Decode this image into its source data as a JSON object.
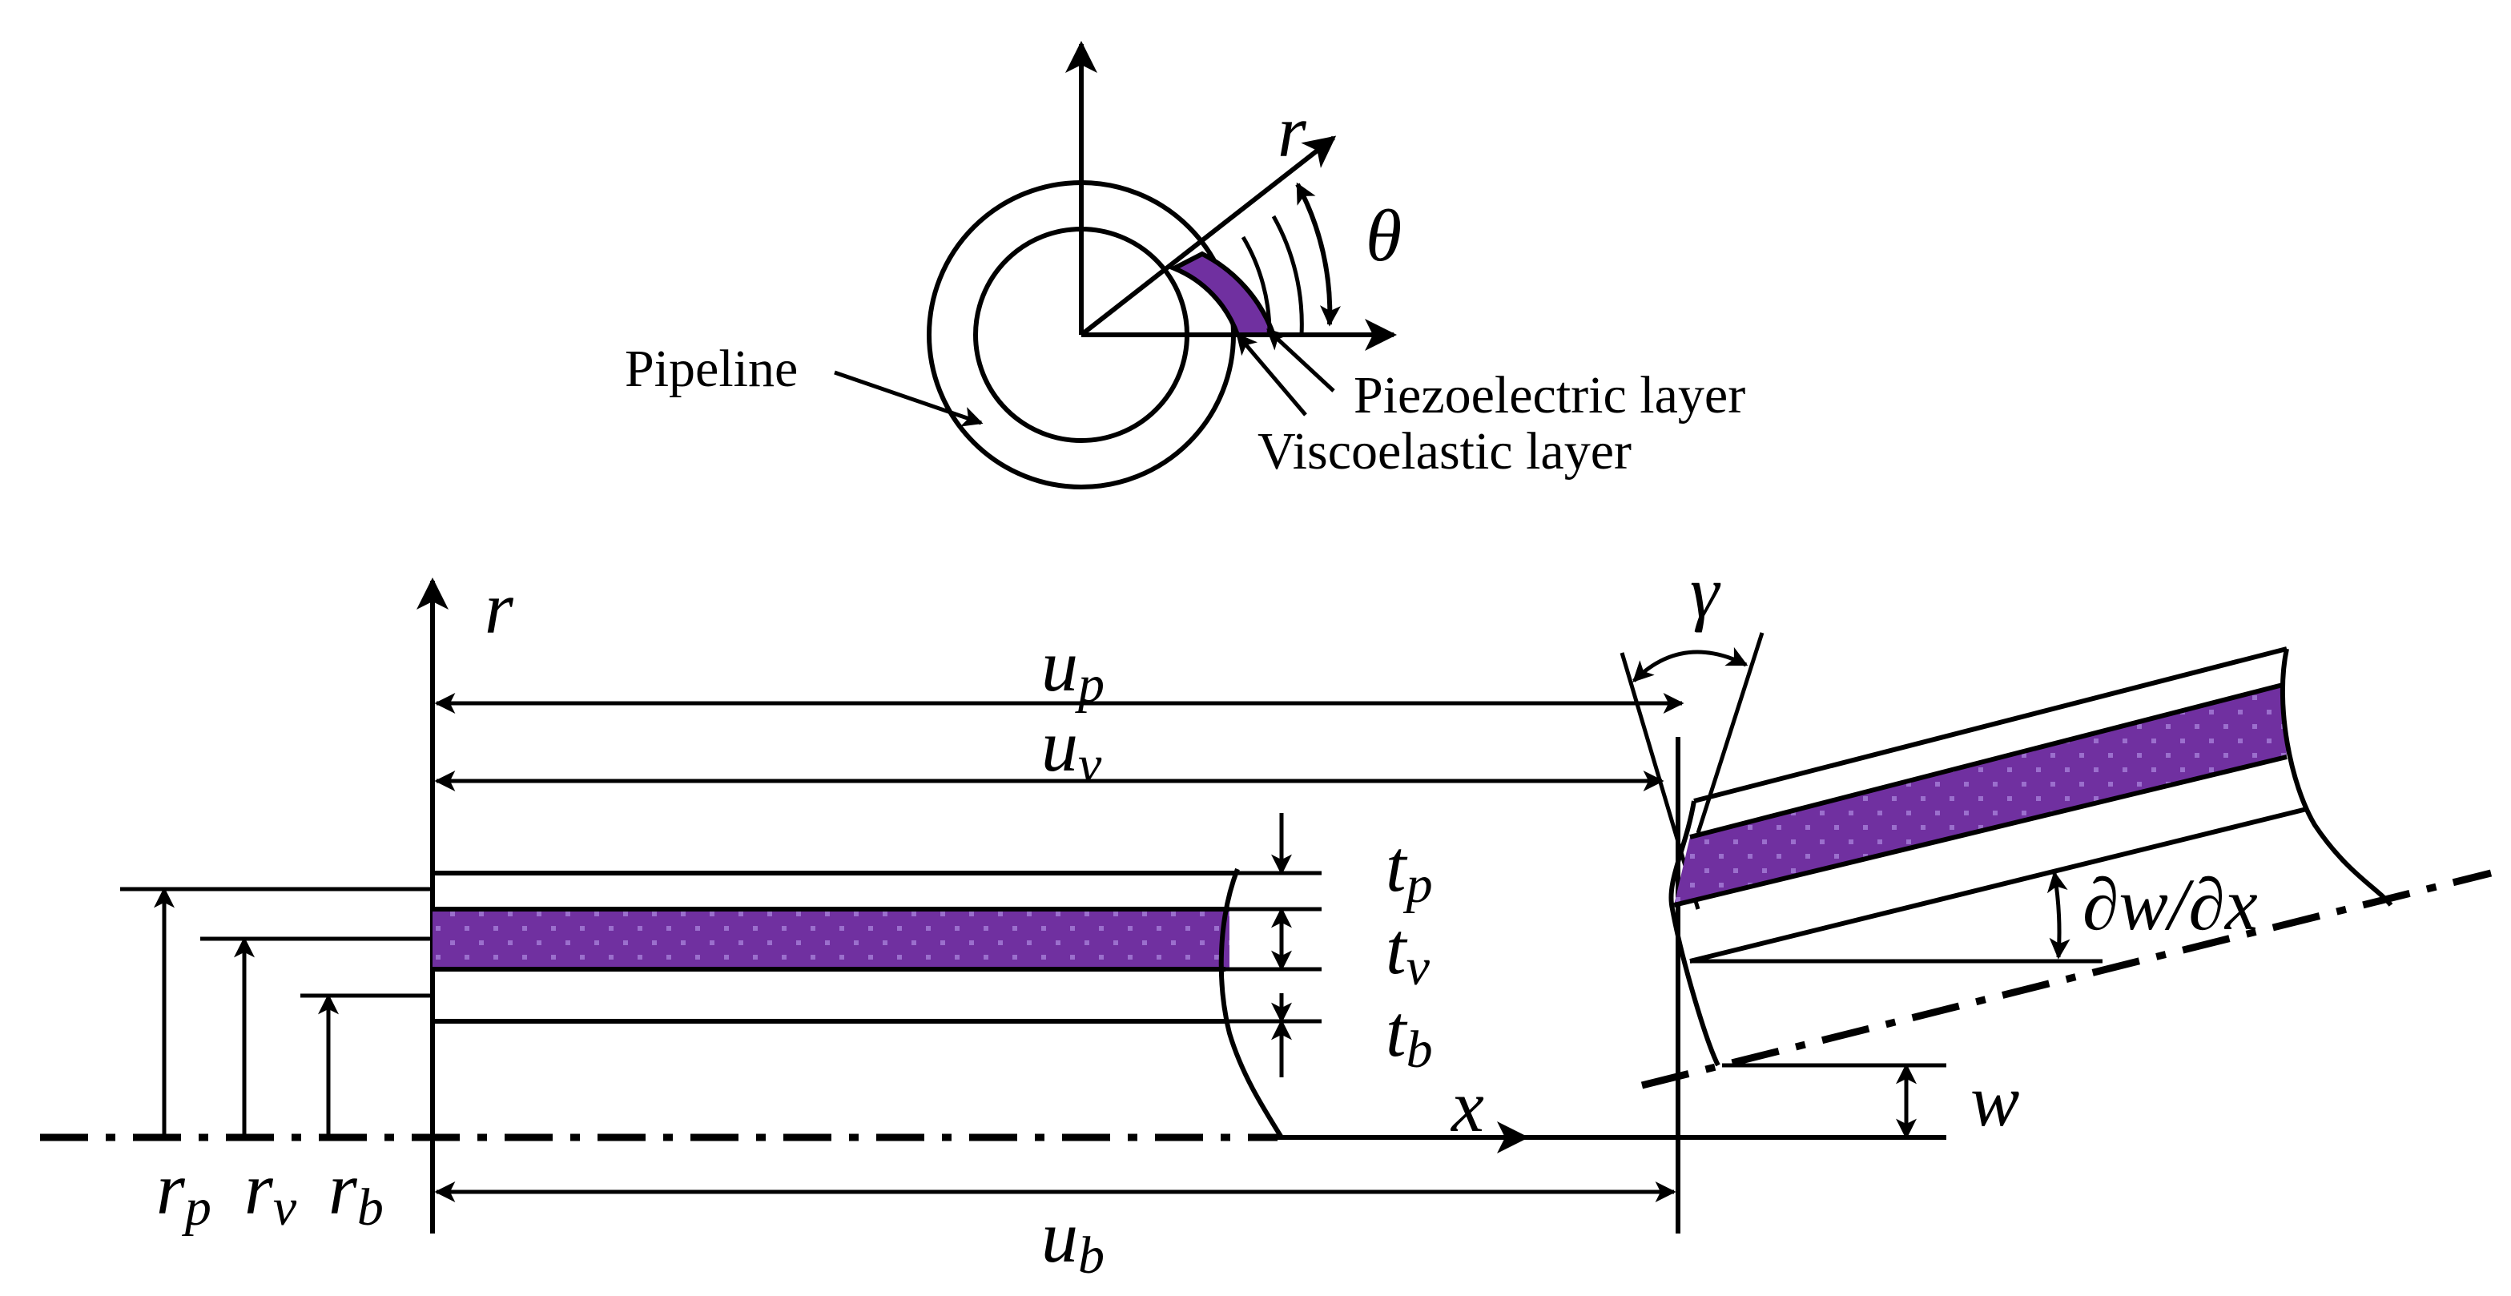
{
  "colors": {
    "piezo_layer": "#7030a0",
    "piezo_dots": "#9b6fcd",
    "ink": "#000000",
    "background": "#ffffff"
  },
  "cross_section": {
    "pipeline_label": "Pipeline",
    "piezo_label": "Piezoelectric  layer",
    "visco_label": "Viscoelastic layer",
    "radial_symbol": "r",
    "angle_symbol": "θ"
  },
  "beam": {
    "r_axis": "r",
    "x_axis": "x",
    "gamma": "γ",
    "slope_label": "∂w/∂x",
    "deflection": "w",
    "u_p": {
      "base": "u",
      "sub": "p"
    },
    "u_v": {
      "base": "u",
      "sub": "v"
    },
    "u_b": {
      "base": "u",
      "sub": "b"
    },
    "t_p": {
      "base": "t",
      "sub": "p"
    },
    "t_v": {
      "base": "t",
      "sub": "v"
    },
    "t_b": {
      "base": "t",
      "sub": "b"
    },
    "r_p": {
      "base": "r",
      "sub": "p"
    },
    "r_v": {
      "base": "r",
      "sub": "v"
    },
    "r_b": {
      "base": "r",
      "sub": "b"
    }
  }
}
